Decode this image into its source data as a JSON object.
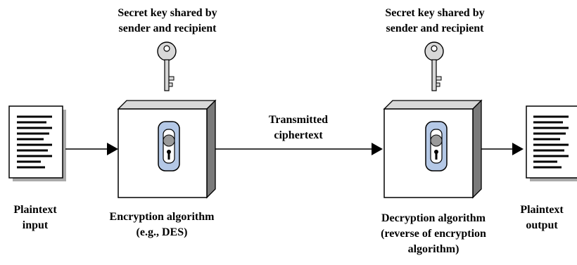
{
  "labels": {
    "key_left": [
      "Secret key shared by",
      "sender and recipient"
    ],
    "key_right": [
      "Secret key shared by",
      "sender and recipient"
    ],
    "transmitted": [
      "Transmitted",
      "ciphertext"
    ],
    "plaintext_input": [
      "Plaintext",
      "input"
    ],
    "encryption": [
      "Encryption algorithm",
      "(e.g., DES)"
    ],
    "decryption": [
      "Decryption algorithm",
      "(reverse of encryption",
      "algorithm)"
    ],
    "plaintext_output": [
      "Plaintext",
      "output"
    ]
  }
}
